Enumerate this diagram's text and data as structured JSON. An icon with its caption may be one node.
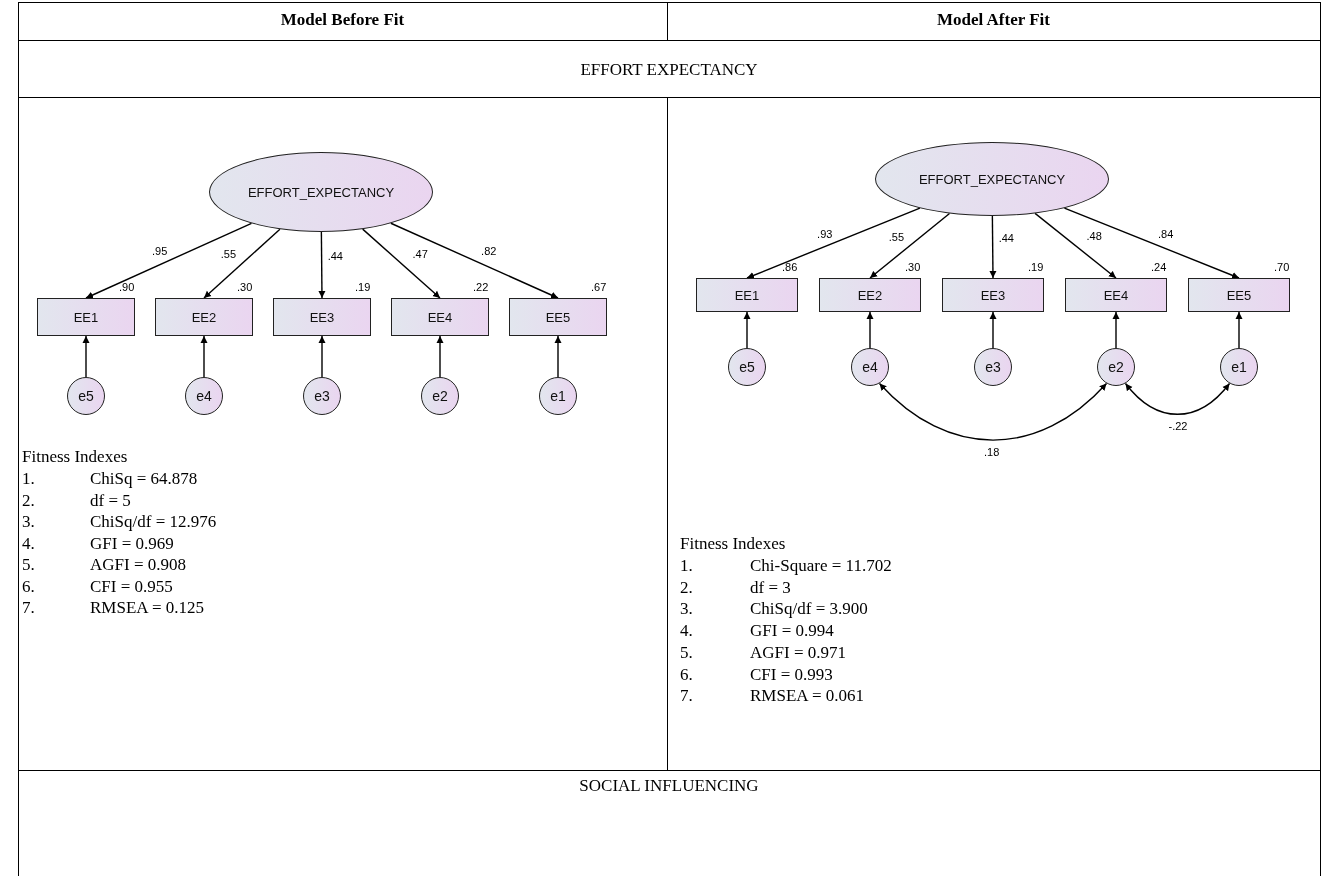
{
  "diagram": {
    "nodes": [
      {
        "text": [
          "EFFORT_EXPECTANCY"
        ]
      },
      {
        "text": [
          "EE1"
        ],
        "beside": [
          ".90"
        ]
      },
      {
        "text": [
          "EE2"
        ],
        "beside": [
          ".30"
        ]
      },
      {
        "text": [
          "EE3"
        ],
        "beside": [
          ".19"
        ]
      },
      {
        "text": [
          "EE4"
        ],
        "beside": [
          ".22"
        ]
      },
      {
        "text": [
          "EE5"
        ],
        "beside": [
          ".67"
        ]
      },
      {
        "text": [
          "e5"
        ]
      },
      {
        "text": [
          "e4"
        ]
      },
      {
        "text": [
          "e3"
        ]
      },
      {
        "text": [
          "e2"
        ]
      },
      {
        "text": [
          "e1"
        ]
      },
      {
        "text": [
          "EFFORT_EXPECTANCY"
        ]
      },
      {
        "text": [
          "EE1"
        ],
        "beside": [
          ".86"
        ]
      },
      {
        "text": [
          "EE2"
        ],
        "beside": [
          ".30"
        ]
      },
      {
        "text": [
          "EE3"
        ],
        "beside": [
          ".19"
        ]
      },
      {
        "text": [
          "EE4"
        ],
        "beside": [
          ".24"
        ]
      },
      {
        "text": [
          "EE5"
        ],
        "beside": [
          ".70"
        ]
      },
      {
        "text": [
          "e5"
        ]
      },
      {
        "text": [
          "e4"
        ]
      },
      {
        "text": [
          "e3"
        ]
      },
      {
        "text": [
          "e2"
        ]
      },
      {
        "text": [
          "e1"
        ]
      }
    ],
    "edges": [
      {
        "from": 0,
        "to": 1,
        "arrow": "to",
        "label": ".95"
      },
      {
        "from": 0,
        "to": 2,
        "arrow": "to",
        "label": ".55"
      },
      {
        "from": 0,
        "to": 3,
        "arrow": "to",
        "label": ".44"
      },
      {
        "from": 0,
        "to": 4,
        "arrow": "to",
        "label": ".47"
      },
      {
        "from": 0,
        "to": 5,
        "arrow": "to",
        "label": ".82"
      },
      {
        "from": 6,
        "to": 1,
        "arrow": "to"
      },
      {
        "from": 7,
        "to": 2,
        "arrow": "to"
      },
      {
        "from": 8,
        "to": 3,
        "arrow": "to"
      },
      {
        "from": 9,
        "to": 4,
        "arrow": "to"
      },
      {
        "from": 10,
        "to": 5,
        "arrow": "to"
      },
      {
        "from": 11,
        "to": 12,
        "arrow": "to",
        "label": ".93"
      },
      {
        "from": 11,
        "to": 13,
        "arrow": "to",
        "label": ".55"
      },
      {
        "from": 11,
        "to": 14,
        "arrow": "to",
        "label": ".44"
      },
      {
        "from": 11,
        "to": 15,
        "arrow": "to",
        "label": ".48"
      },
      {
        "from": 11,
        "to": 16,
        "arrow": "to",
        "label": ".84"
      },
      {
        "from": 17,
        "to": 12,
        "arrow": "to"
      },
      {
        "from": 18,
        "to": 13,
        "arrow": "to"
      },
      {
        "from": 19,
        "to": 14,
        "arrow": "to"
      },
      {
        "from": 20,
        "to": 15,
        "arrow": "to"
      },
      {
        "from": 21,
        "to": 16,
        "arrow": "to"
      },
      {
        "from": 18,
        "to": 20,
        "arrow": "both",
        "label": ".18"
      },
      {
        "from": 20,
        "to": 21,
        "arrow": "both",
        "label": "-.22"
      }
    ],
    "labels": [
      "Model Before Fit",
      "Model After Fit",
      "EFFORT EXPECTANCY",
      "Fitness Indexes",
      "1.",
      "ChiSq = 64.878",
      "2.",
      "df = 5",
      "3.",
      "ChiSq/df = 12.976",
      "4.",
      "GFI = 0.969",
      "5.",
      "AGFI = 0.908",
      "6.",
      "CFI = 0.955",
      "7.",
      "RMSEA = 0.125",
      "Fitness Indexes",
      "1.",
      "Chi-Square = 11.702",
      "2.",
      "df = 3",
      "3.",
      "ChiSq/df = 3.900",
      "4.",
      "GFI = 0.994",
      "5.",
      "AGFI = 0.971",
      "6.",
      "CFI = 0.993",
      "7.",
      "RMSEA = 0.061",
      "SOCIAL INFLUENCING"
    ]
  }
}
